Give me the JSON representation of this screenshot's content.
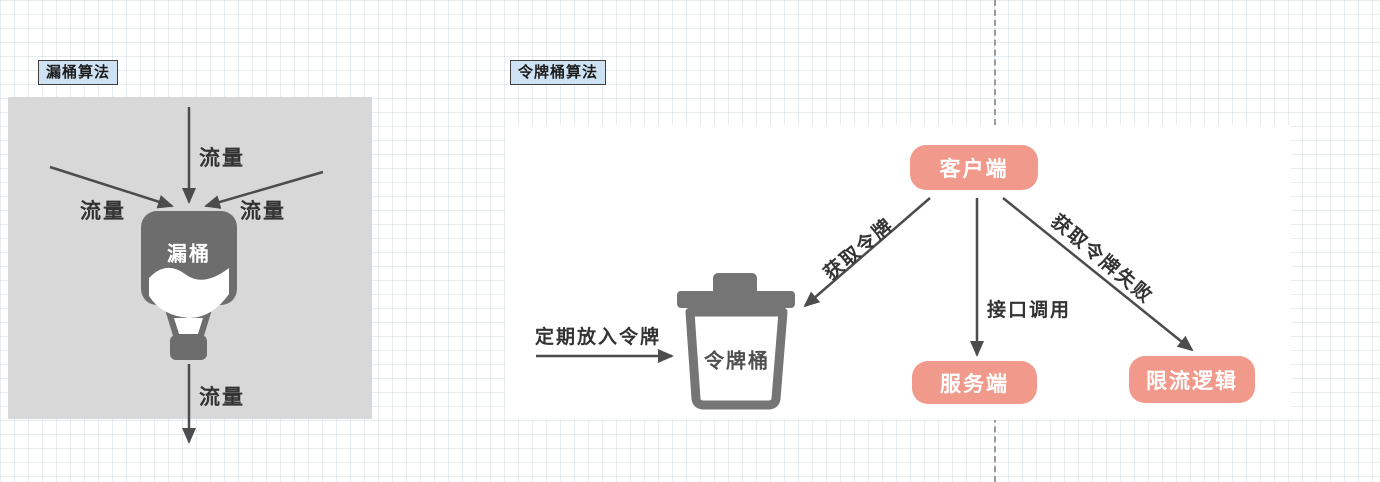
{
  "leaky_bucket": {
    "title": "漏桶算法",
    "bucket_label": "漏桶",
    "inflow_top": "流量",
    "inflow_left": "流量",
    "inflow_right": "流量",
    "outflow": "流量"
  },
  "token_bucket": {
    "title": "令牌桶算法",
    "bucket_label": "令牌桶",
    "refill_label": "定期放入令牌",
    "client": "客户端",
    "server": "服务端",
    "limit_logic": "限流逻辑",
    "edge_acquire": "获取令牌",
    "edge_api_call": "接口调用",
    "edge_acquire_fail": "获取令牌失败"
  },
  "colors": {
    "node_fill": "#f19a8c",
    "bucket_gray": "#6d6d6d",
    "trash_gray": "#757575",
    "panel_gray": "#d8d8d8",
    "panel_white": "#ffffff",
    "arrow": "#4c4c4c",
    "grid_line": "#dfe7ed",
    "title_box_fill": "#cfe2f4",
    "divider": "#9a9a9a"
  }
}
